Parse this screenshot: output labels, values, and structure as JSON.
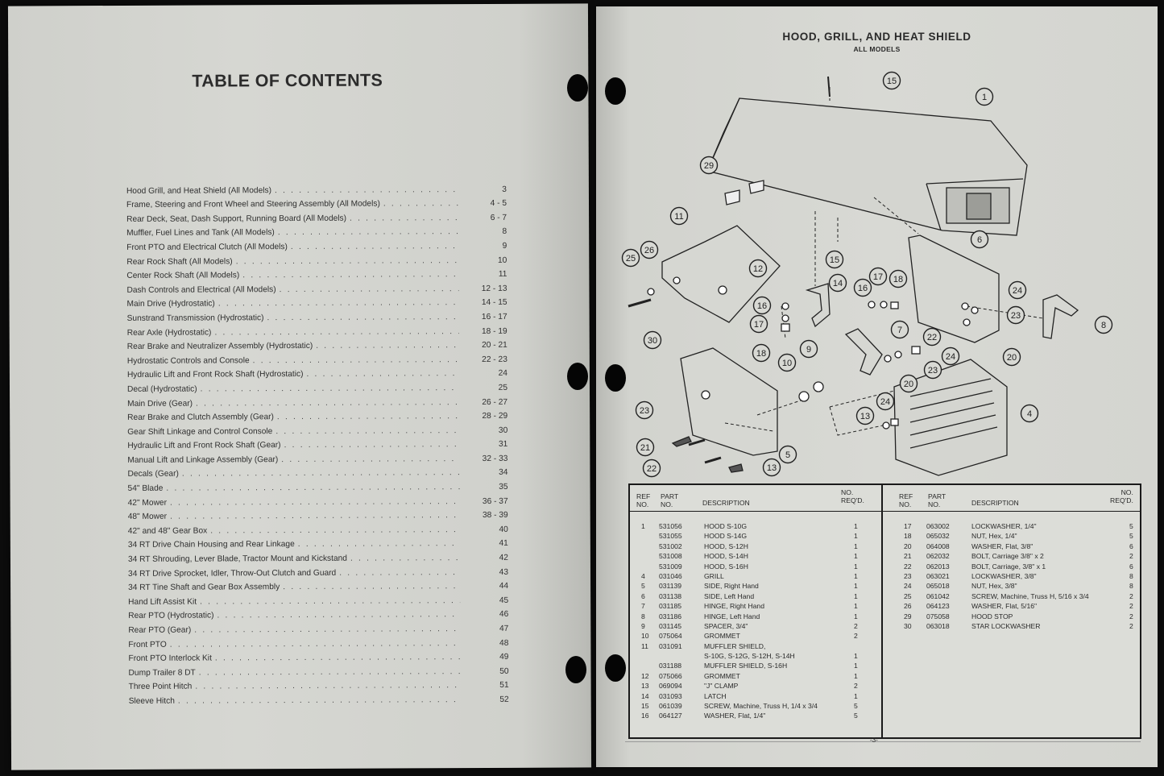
{
  "toc": {
    "title": "TABLE OF CONTENTS",
    "entries": [
      {
        "title": "Hood Grill, and Heat Shield (All Models)",
        "page": "3"
      },
      {
        "title": "Frame, Steering and Front Wheel and Steering Assembly (All Models)",
        "page": "4 - 5"
      },
      {
        "title": "Rear Deck, Seat, Dash Support, Running Board (All Models)",
        "page": "6 - 7"
      },
      {
        "title": "Muffler, Fuel Lines and Tank (All Models)",
        "page": "8"
      },
      {
        "title": "Front PTO and Electrical Clutch (All Models)",
        "page": "9"
      },
      {
        "title": "Rear Rock Shaft (All Models)",
        "page": "10"
      },
      {
        "title": "Center Rock Shaft (All Models)",
        "page": "11"
      },
      {
        "title": "Dash Controls and Electrical (All Models)",
        "page": "12 - 13"
      },
      {
        "title": "Main Drive (Hydrostatic)",
        "page": "14 - 15"
      },
      {
        "title": "Sunstrand Transmission (Hydrostatic)",
        "page": "16 - 17"
      },
      {
        "title": "Rear Axle (Hydrostatic)",
        "page": "18 - 19"
      },
      {
        "title": "Rear Brake and Neutralizer Assembly (Hydrostatic)",
        "page": "20 - 21"
      },
      {
        "title": "Hydrostatic Controls and Console",
        "page": "22 - 23"
      },
      {
        "title": "Hydraulic Lift and Front Rock Shaft (Hydrostatic)",
        "page": "24"
      },
      {
        "title": "Decal (Hydrostatic)",
        "page": "25"
      },
      {
        "title": "Main Drive (Gear)",
        "page": "26 - 27"
      },
      {
        "title": "Rear Brake and Clutch Assembly (Gear)",
        "page": "28 - 29"
      },
      {
        "title": "Gear Shift Linkage and Control Console",
        "page": "30"
      },
      {
        "title": "Hydraulic Lift and Front Rock Shaft (Gear)",
        "page": "31"
      },
      {
        "title": "Manual Lift and Linkage Assembly (Gear)",
        "page": "32 - 33"
      },
      {
        "title": "Decals (Gear)",
        "page": "34"
      },
      {
        "title": "54\" Blade",
        "page": "35"
      },
      {
        "title": "42\" Mower",
        "page": "36 - 37"
      },
      {
        "title": "48\" Mower",
        "page": "38 - 39"
      },
      {
        "title": "42\" and 48\" Gear Box",
        "page": "40"
      },
      {
        "title": "34 RT Drive Chain Housing and Rear Linkage",
        "page": "41"
      },
      {
        "title": "34 RT Shrouding, Lever Blade, Tractor Mount and Kickstand",
        "page": "42"
      },
      {
        "title": "34 RT Drive Sprocket, Idler, Throw-Out Clutch and Guard",
        "page": "43"
      },
      {
        "title": "34 RT Tine Shaft and Gear Box Assembly",
        "page": "44"
      },
      {
        "title": "Hand Lift Assist Kit",
        "page": "45"
      },
      {
        "title": "Rear PTO (Hydrostatic)",
        "page": "46"
      },
      {
        "title": "Rear PTO (Gear)",
        "page": "47"
      },
      {
        "title": "Front PTO",
        "page": "48"
      },
      {
        "title": "Front PTO Interlock Kit",
        "page": "49"
      },
      {
        "title": "Dump Trailer 8 DT",
        "page": "50"
      },
      {
        "title": "Three Point Hitch",
        "page": "51"
      },
      {
        "title": "Sleeve Hitch",
        "page": "52"
      }
    ]
  },
  "parts_page": {
    "title": "HOOD, GRILL, AND HEAT SHIELD",
    "subtitle": "ALL MODELS",
    "page_number": "-3-",
    "callouts": [
      "15",
      "1",
      "29",
      "11",
      "6",
      "12",
      "15",
      "14",
      "17",
      "18",
      "16",
      "26",
      "25",
      "16",
      "17",
      "24",
      "23",
      "8",
      "7",
      "22",
      "24",
      "30",
      "18",
      "20",
      "10",
      "9",
      "23",
      "20",
      "4",
      "24",
      "13",
      "23",
      "21",
      "5",
      "22",
      "13"
    ],
    "table": {
      "headers": {
        "ref": "REF\nNO.",
        "part": "PART\nNO.",
        "desc": "DESCRIPTION",
        "req": "NO.\nREQ'D."
      },
      "left_rows": [
        {
          "ref": "1",
          "part": "531056",
          "desc": "HOOD S-10G",
          "req": "1"
        },
        {
          "ref": "",
          "part": "531055",
          "desc": "HOOD S-14G",
          "req": "1"
        },
        {
          "ref": "",
          "part": "531002",
          "desc": "HOOD, S-12H",
          "req": "1"
        },
        {
          "ref": "",
          "part": "531008",
          "desc": "HOOD, S-14H",
          "req": "1"
        },
        {
          "ref": "",
          "part": "531009",
          "desc": "HOOD, S-16H",
          "req": "1"
        },
        {
          "ref": "4",
          "part": "031046",
          "desc": "GRILL",
          "req": "1"
        },
        {
          "ref": "5",
          "part": "031139",
          "desc": "SIDE, Right Hand",
          "req": "1"
        },
        {
          "ref": "6",
          "part": "031138",
          "desc": "SIDE, Left Hand",
          "req": "1"
        },
        {
          "ref": "7",
          "part": "031185",
          "desc": "HINGE, Right Hand",
          "req": "1"
        },
        {
          "ref": "8",
          "part": "031186",
          "desc": "HINGE, Left Hand",
          "req": "1"
        },
        {
          "ref": "9",
          "part": "031145",
          "desc": "SPACER, 3/4\"",
          "req": "2"
        },
        {
          "ref": "10",
          "part": "075064",
          "desc": "GROMMET",
          "req": "2"
        },
        {
          "ref": "11",
          "part": "031091",
          "desc": "MUFFLER SHIELD,",
          "req": ""
        },
        {
          "ref": "",
          "part": "",
          "desc": "S-10G, S-12G, S-12H, S-14H",
          "req": "1"
        },
        {
          "ref": "",
          "part": "031188",
          "desc": "MUFFLER SHIELD, S-16H",
          "req": "1"
        },
        {
          "ref": "12",
          "part": "075066",
          "desc": "GROMMET",
          "req": "1"
        },
        {
          "ref": "13",
          "part": "069094",
          "desc": "\"J\" CLAMP",
          "req": "2"
        },
        {
          "ref": "14",
          "part": "031093",
          "desc": "LATCH",
          "req": "1"
        },
        {
          "ref": "15",
          "part": "061039",
          "desc": "SCREW, Machine, Truss H, 1/4 x 3/4",
          "req": "5"
        },
        {
          "ref": "16",
          "part": "064127",
          "desc": "WASHER, Flat, 1/4\"",
          "req": "5"
        }
      ],
      "right_rows": [
        {
          "ref": "17",
          "part": "063002",
          "desc": "LOCKWASHER, 1/4\"",
          "req": "5"
        },
        {
          "ref": "18",
          "part": "065032",
          "desc": "NUT, Hex, 1/4\"",
          "req": "5"
        },
        {
          "ref": "20",
          "part": "064008",
          "desc": "WASHER, Flat, 3/8\"",
          "req": "6"
        },
        {
          "ref": "21",
          "part": "062032",
          "desc": "BOLT, Carriage 3/8\" x 2",
          "req": "2"
        },
        {
          "ref": "22",
          "part": "062013",
          "desc": "BOLT, Carriage, 3/8\" x 1",
          "req": "6"
        },
        {
          "ref": "23",
          "part": "063021",
          "desc": "LOCKWASHER, 3/8\"",
          "req": "8"
        },
        {
          "ref": "24",
          "part": "065018",
          "desc": "NUT, Hex, 3/8\"",
          "req": "8"
        },
        {
          "ref": "25",
          "part": "061042",
          "desc": "SCREW, Machine, Truss H, 5/16 x 3/4",
          "req": "2"
        },
        {
          "ref": "26",
          "part": "064123",
          "desc": "WASHER, Flat, 5/16\"",
          "req": "2"
        },
        {
          "ref": "29",
          "part": "075058",
          "desc": "HOOD STOP",
          "req": "2"
        },
        {
          "ref": "30",
          "part": "063018",
          "desc": "STAR LOCKWASHER",
          "req": "2"
        }
      ]
    }
  }
}
